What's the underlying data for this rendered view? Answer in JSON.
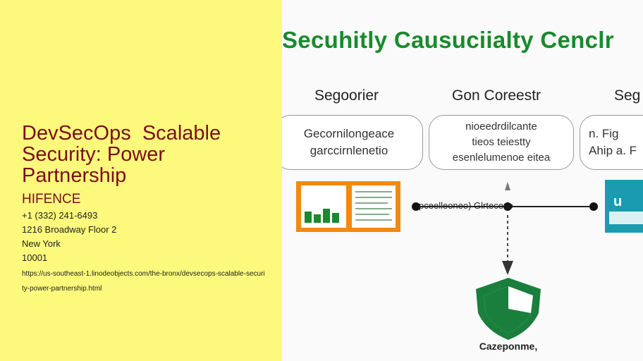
{
  "sidebar": {
    "title": "DevSecOps  Scalable Security: Power Partnership",
    "company": "HIFENCE",
    "phone": "+1 (332) 241-6493",
    "address_line1": "1216 Broadway Floor 2",
    "city": "New York",
    "zip": "10001",
    "url": "https://us-southeast-1.linodeobjects.com/the-bronx/devsecops-scalable-security-power-partnership.html"
  },
  "diagram": {
    "heading": "Secuhitly Causuciialty Cenclr",
    "columns": [
      {
        "header": "Segoorier",
        "lines": [
          "Gecornilongeace",
          "garccirnlenetio"
        ]
      },
      {
        "header": "Gon Coreestr",
        "lines": [
          "nioeedrdilcante",
          "tieos teiestty",
          "esenlelumenoe eitea"
        ]
      },
      {
        "header": "Seg",
        "lines": [
          "n. Fig",
          "Ahip a. F"
        ]
      }
    ],
    "flow_label": "pceelleoneo) Glrteceso",
    "shield_label": "Cazeponme,",
    "colors": {
      "heading": "#1a8a2c",
      "orange": "#f08a10",
      "teal": "#1a9bb0",
      "shield": "#1a7f3c"
    }
  }
}
